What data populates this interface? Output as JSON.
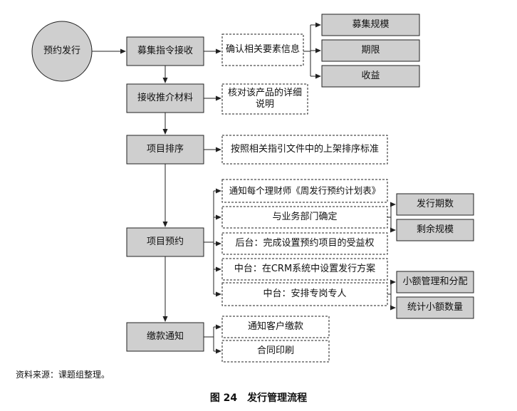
{
  "flowchart": {
    "start": "预约发行",
    "steps": {
      "s1": "募集指令接收",
      "s2": "接收推介材料",
      "s3": "项目排序",
      "s4": "项目预约",
      "s5": "缴款通知"
    },
    "details": {
      "d1": "确认相关要素信息",
      "d2": "核对该产品的详细说明",
      "d3": "按照相关指引文件中的上架排序标准",
      "d4a": "通知每个理财师《周发行预约计划表》",
      "d4b": "与业务部门确定",
      "d4c": "后台：完成设置预约项目的受益权",
      "d4d": "中台：在CRM系统中设置发行方案",
      "d4e": "中台：安排专岗专人",
      "d5a": "通知客户缴款",
      "d5b": "合同印刷"
    },
    "outcomes": {
      "o1a": "募集规模",
      "o1b": "期限",
      "o1c": "收益",
      "o4b1": "发行期数",
      "o4b2": "剩余规模",
      "o4e1": "小额管理和分配",
      "o4e2": "统计小额数量"
    }
  },
  "source_note": "资料来源：课题组整理。",
  "figure_title": "图 24　发行管理流程",
  "colors": {
    "fill": "#cfcfcf",
    "stroke": "#222222"
  }
}
